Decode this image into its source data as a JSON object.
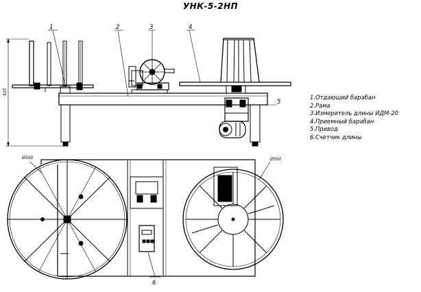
{
  "title": "УНК-5-2НП",
  "callouts": {
    "n1": "1",
    "n2": "2",
    "n3": "3",
    "n4": "4",
    "n5": "5",
    "n6": "6"
  },
  "dimensions": {
    "height": "525",
    "left_drum_diameter": "Ø500",
    "right_drum_diameter": "Ø500"
  },
  "legend": [
    "1.Отдающий барабан",
    "2.Рама",
    "3.Измеритель длины ИДМ-20",
    "4.Приемный барабан",
    "5.Привод",
    "6.Счетчик длины"
  ]
}
